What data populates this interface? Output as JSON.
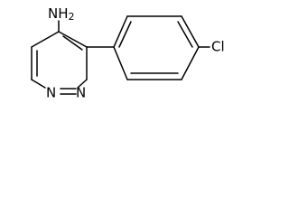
{
  "molecule": {
    "labels": {
      "amine": "NH2",
      "amine_main": "NH",
      "amine_subscript": "2",
      "ring_nitrogen_1": "N",
      "ring_nitrogen_2": "N",
      "chlorine": "Cl"
    }
  }
}
